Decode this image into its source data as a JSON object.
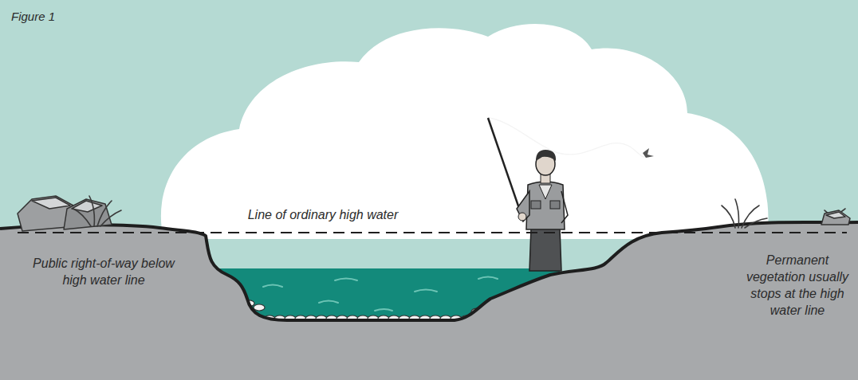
{
  "diagram": {
    "title": "Figure 1",
    "labels": [
      "Line of ordinary high water",
      "Public right-of-way below high water line",
      "Permanent vegetation usually stops at the high water line"
    ]
  }
}
